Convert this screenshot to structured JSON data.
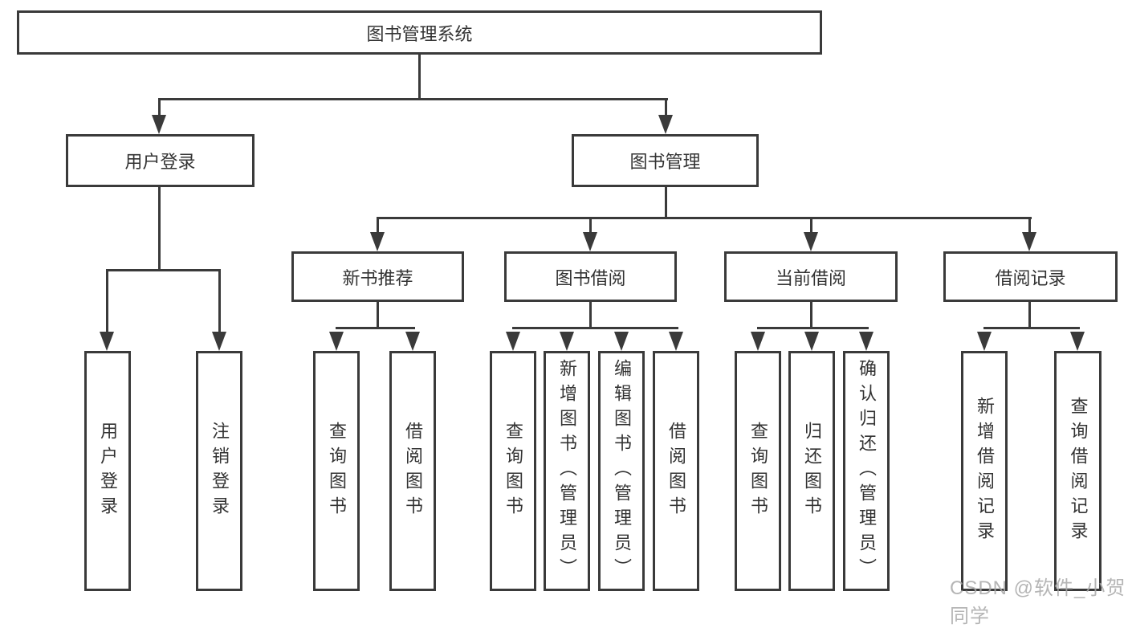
{
  "diagram": {
    "root": "图书管理系统",
    "level2": {
      "user_login": "用户登录",
      "book_mgmt": "图书管理"
    },
    "level3": {
      "new_books": "新书推荐",
      "borrow": "图书借阅",
      "current": "当前借阅",
      "records": "借阅记录"
    },
    "leaves": {
      "user_login": [
        "用户登录",
        "注销登录"
      ],
      "new_books": [
        "查询图书",
        "借阅图书"
      ],
      "borrow": [
        "查询图书",
        "新增图书（管理员）",
        "编辑图书（管理员）",
        "借阅图书"
      ],
      "current": [
        "查询图书",
        "归还图书",
        "确认归还（管理员）"
      ],
      "records": [
        "新增借阅记录",
        "查询借阅记录"
      ]
    }
  },
  "watermark": "CSDN @软件_小贺同学",
  "colors": {
    "line": "#3a3a3a",
    "text": "#333333",
    "background": "#ffffff",
    "watermark": "#a8a8a8"
  }
}
